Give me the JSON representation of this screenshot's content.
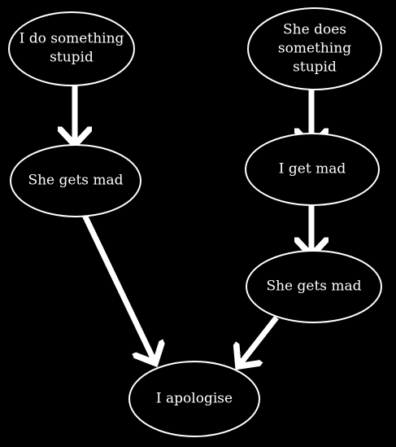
{
  "diagram": {
    "nodes": [
      {
        "id": "n1",
        "lines": [
          "I do something",
          "stupid"
        ]
      },
      {
        "id": "n2",
        "lines": [
          "She does",
          "something",
          "stupid"
        ]
      },
      {
        "id": "n3",
        "lines": [
          "She gets mad"
        ]
      },
      {
        "id": "n4",
        "lines": [
          "I get mad"
        ]
      },
      {
        "id": "n5",
        "lines": [
          "She gets mad"
        ]
      },
      {
        "id": "n6",
        "lines": [
          "I apologise"
        ]
      }
    ],
    "edges": [
      {
        "from": "n1",
        "to": "n3"
      },
      {
        "from": "n2",
        "to": "n4"
      },
      {
        "from": "n4",
        "to": "n5"
      },
      {
        "from": "n3",
        "to": "n6"
      },
      {
        "from": "n5",
        "to": "n6"
      }
    ],
    "colors": {
      "background": "#000000",
      "stroke": "#ffffff",
      "text": "#ffffff"
    }
  }
}
